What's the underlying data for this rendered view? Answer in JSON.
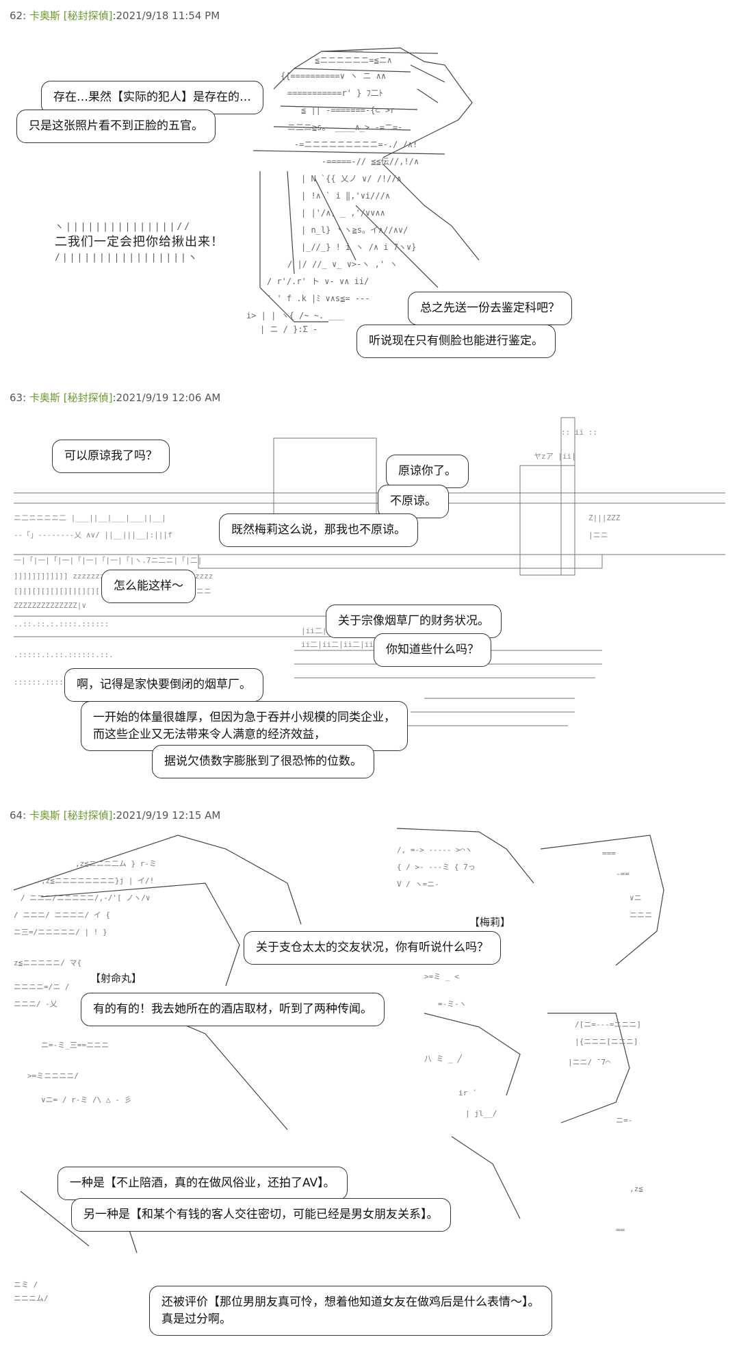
{
  "posts": [
    {
      "number": "62:",
      "author": "卡奥斯",
      "tag": "[秘封探偵]",
      "timestamp": ":2021/9/18 11:54 PM",
      "bubbles": [
        {
          "lines": [
            "存在…果然【实际的犯人】是存在的…"
          ]
        },
        {
          "lines": [
            "只是这张照片看不到正脸的五官。"
          ]
        },
        {
          "lines": [
            "二我们一定会把你给揪出来！"
          ]
        },
        {
          "lines": [
            "总之先送一份去鉴定科吧？"
          ]
        },
        {
          "lines": [
            "听说现在只有侧脸也能进行鉴定。"
          ]
        }
      ]
    },
    {
      "number": "63:",
      "author": "卡奥斯",
      "tag": "[秘封探偵]",
      "timestamp": ":2021/9/19 12:06 AM",
      "bubbles": [
        {
          "lines": [
            "可以原谅我了吗？"
          ]
        },
        {
          "lines": [
            "原谅你了。"
          ]
        },
        {
          "lines": [
            "不原谅。"
          ]
        },
        {
          "lines": [
            "既然梅莉这么说，那我也不原谅。"
          ]
        },
        {
          "lines": [
            "怎么能这样～"
          ]
        },
        {
          "lines": [
            "关于宗像烟草厂的财务状况。"
          ]
        },
        {
          "lines": [
            "你知道些什么吗？"
          ]
        },
        {
          "lines": [
            "啊，记得是家快要倒闭的烟草厂。"
          ]
        },
        {
          "lines": [
            "一开始的体量很雄厚，但因为急于吞并小规模的同类企业，",
            "而这些企业又无法带来令人满意的经济效益，"
          ]
        },
        {
          "lines": [
            "据说欠债数字膨胀到了很恐怖的位数。"
          ]
        }
      ]
    },
    {
      "number": "64:",
      "author": "卡奥斯",
      "tag": "[秘封探偵]",
      "timestamp": ":2021/9/19 12:15 AM",
      "labels": [
        "【梅莉】",
        "【射命丸】"
      ],
      "bubbles": [
        {
          "lines": [
            "关于支仓太太的交友状况，你有听说什么吗？"
          ]
        },
        {
          "lines": [
            "有的有的！我去她所在的酒店取材，听到了两种传闻。"
          ]
        },
        {
          "lines": [
            "一种是【不止陪酒，真的在做风俗业，还拍了AV】。"
          ]
        },
        {
          "lines": [
            "另一种是【和某个有钱的客人交往密切，可能已经是男女朋友关系】。"
          ]
        },
        {
          "lines": [
            "还被评价【那位男朋友真可怜，想着他知道女友在做鸡后是什么表情～】。",
            "真是过分啊。"
          ]
        }
      ]
    }
  ]
}
